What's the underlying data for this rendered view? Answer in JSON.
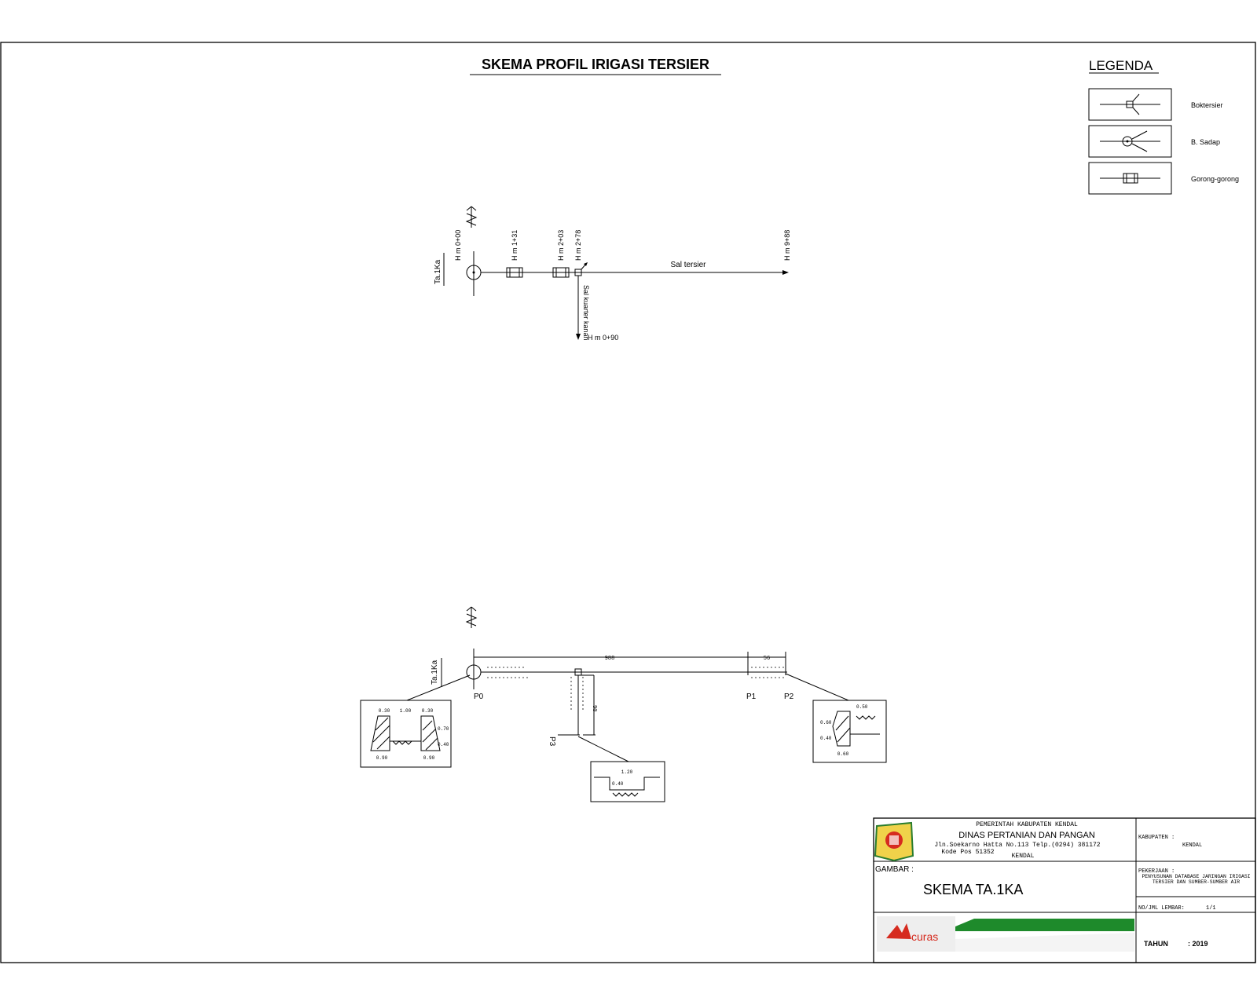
{
  "title": "SKEMA PROFIL IRIGASI TERSIER",
  "legend": {
    "title": "LEGENDA",
    "items": [
      {
        "label": "Boktersier",
        "icon": "box-tersier-icon"
      },
      {
        "label": "B. Sadap",
        "icon": "sadap-icon"
      },
      {
        "label": "Gorong-gorong",
        "icon": "culvert-icon"
      }
    ]
  },
  "scheme": {
    "block_label": "Ta.1Ka",
    "stations": [
      "H m 0+00",
      "H m 1+31",
      "H m 2+03",
      "H m 2+78",
      "H m 9+88"
    ],
    "main_channel_label": "Sal tersier",
    "branch_label": "Sal kuarter kanan",
    "branch_end_label": "H m 0+90"
  },
  "profile": {
    "block_label": "Ta.1Ka",
    "points": [
      "P0",
      "P1",
      "P2",
      "P3"
    ],
    "main_length": "988",
    "end_length": "56",
    "branch_length": "90",
    "section_left": {
      "top": "1.00",
      "side": "0.30",
      "h1": "0.70",
      "h2": "0.40",
      "bottom": "0.90"
    },
    "section_mid": {
      "top": "1.20",
      "h": "0.40"
    },
    "section_right": {
      "top": "0.50",
      "h1": "0.60",
      "h2": "0.40",
      "bottom": "0.60"
    }
  },
  "title_block": {
    "gov": "PEMERINTAH KABUPATEN KENDAL",
    "agency": "DINAS PERTANIAN DAN PANGAN",
    "address": "Jln.Soekarno Hatta No.113 Telp.(0294) 381172",
    "postal": "Kode Pos 51352",
    "city": "KENDAL",
    "kabupaten_label": "KABUPATEN :",
    "kabupaten_value": "KENDAL",
    "gambar_label": "GAMBAR :",
    "drawing_title": "SKEMA TA.1KA",
    "pekerjaan_label": "PEKERJAAN :",
    "pekerjaan_value": "PENYUSUNAN DATABASE JARINGAN IRIGASI TERSIER DAN SUMBER-SUMBER AIR",
    "sheet_label": "NO/JML LEMBAR:",
    "sheet_value": "1/1",
    "consultant": "curas",
    "tahun_label": "TAHUN",
    "tahun_value": ": 2019"
  },
  "colors": {
    "stripe": "#1e8a2b",
    "logo_red": "#d62b1f",
    "logo_gold": "#e6b800"
  }
}
